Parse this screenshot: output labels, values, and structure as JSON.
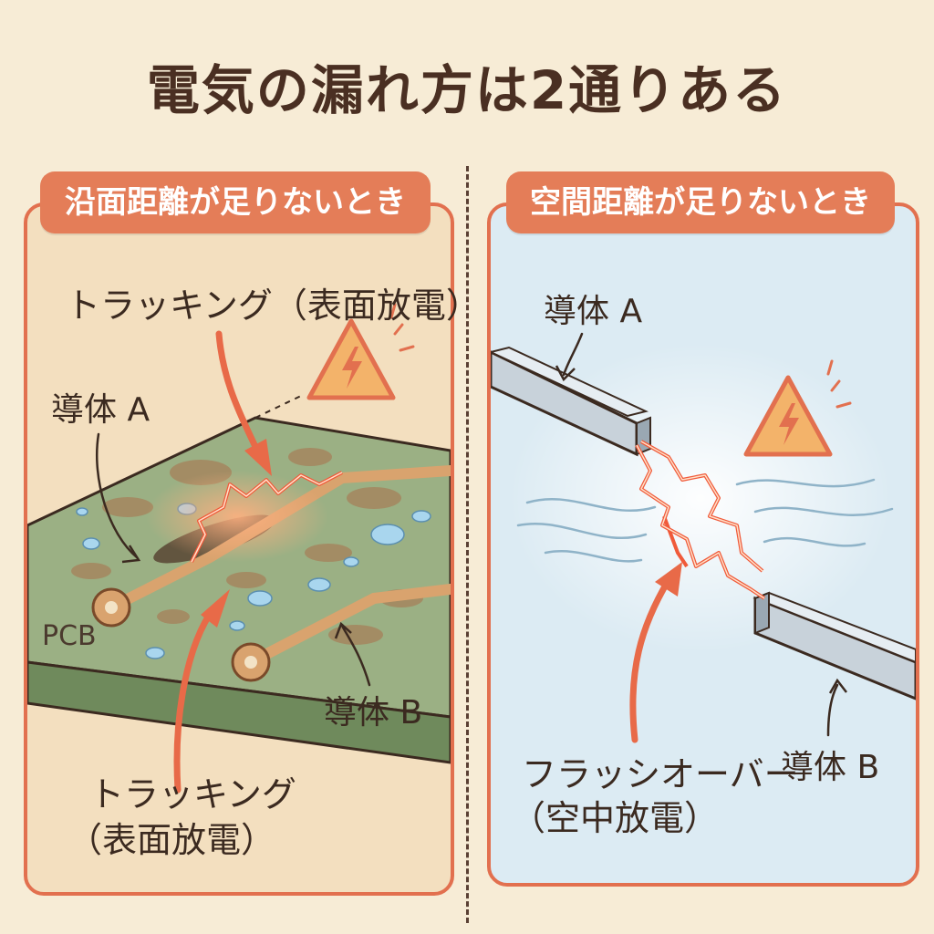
{
  "title": "電気の漏れ方は2通りある",
  "left_panel": {
    "heading": "沿面距離が足りないとき",
    "tracking_label_top": "トラッキング（表面放電）",
    "conductor_a": "導体 A",
    "conductor_b": "導体 B",
    "pcb": "PCB",
    "tracking_label_bottom_line1": "トラッキング",
    "tracking_label_bottom_line2": "（表面放電）"
  },
  "right_panel": {
    "heading": "空間距離が足りないとき",
    "conductor_a": "導体 A",
    "conductor_b": "導体 B",
    "flashover_line1": "フラッシオーバー",
    "flashover_line2": "（空中放電）"
  },
  "icons": [
    "warning-high-voltage-icon",
    "warning-high-voltage-icon"
  ],
  "colors": {
    "accent": "#e47d58",
    "spark": "#f05a3a",
    "background": "#f7ecd6",
    "left_panel_bg": "#f3dfbf",
    "right_panel_bg": "#dcebf3",
    "pcb_green": "#8fa879"
  }
}
